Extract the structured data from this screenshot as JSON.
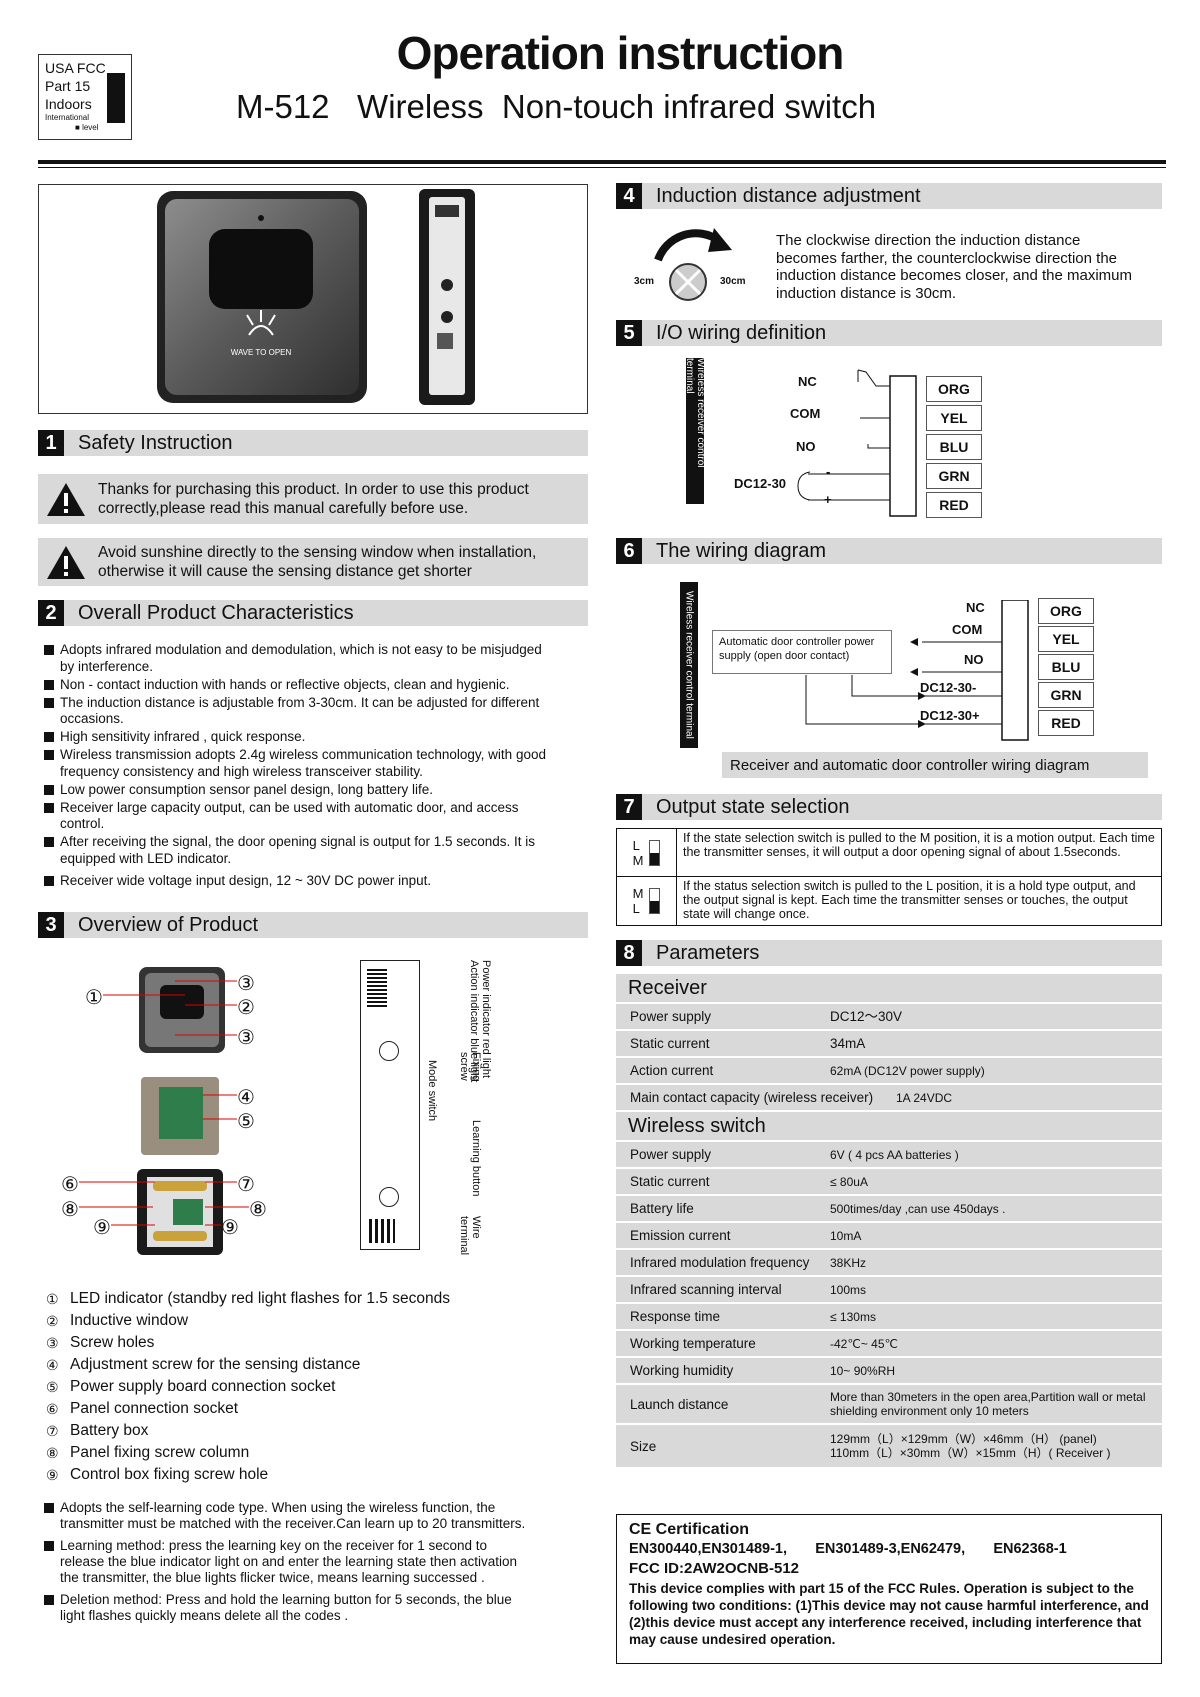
{
  "fcc_badge": {
    "line1": "USA FCC",
    "line2": "Part 15",
    "line3": "Indoors",
    "line4": "International",
    "line5": "level"
  },
  "header": {
    "title": "Operation instruction",
    "subtitle": "M-512   Wireless  Non-touch infrared switch"
  },
  "product_photo": {
    "panel_text": "WAVE TO OPEN"
  },
  "sec1": {
    "num": "1",
    "title": "Safety Instruction",
    "warn1": "Thanks for purchasing this product. In order to use this product correctly,please read this manual carefully before use.",
    "warn2": "Avoid sunshine directly to the sensing window when installation, otherwise it will cause the sensing distance get shorter"
  },
  "sec2": {
    "num": "2",
    "title": "Overall Product Characteristics",
    "items": [
      "Adopts infrared modulation and demodulation, which is not easy to be misjudged by interference.",
      "Non - contact induction with hands or reflective objects, clean and hygienic.",
      "The induction distance is adjustable from 3-30cm. It can be adjusted for different occasions.",
      "High sensitivity infrared , quick response.",
      "Wireless transmission adopts 2.4g wireless communication technology, with good frequency consistency and high wireless transceiver stability.",
      "Low power consumption sensor panel design, long battery life.",
      "Receiver large capacity output, can be used with automatic door, and access control.",
      "After receiving the signal, the door opening signal is output for 1.5 seconds. It is equipped with LED indicator.",
      "Receiver wide voltage input design, 12 ~ 30V DC power input."
    ]
  },
  "sec3": {
    "num": "3",
    "title": "Overview of Product",
    "callouts": [
      "①",
      "②",
      "③",
      "④",
      "⑤",
      "⑥",
      "⑦",
      "⑧",
      "⑨"
    ],
    "receiver_labels": [
      "Power indicator red light Action indicator blue light",
      "Mode switch",
      "Fixing screw",
      "Learning button",
      "Wire terminal"
    ],
    "parts": [
      {
        "n": "①",
        "t": "LED indicator (standby red light flashes for 1.5 seconds"
      },
      {
        "n": "②",
        "t": "Inductive window"
      },
      {
        "n": "③",
        "t": "Screw holes"
      },
      {
        "n": "④",
        "t": "Adjustment screw for the sensing distance"
      },
      {
        "n": "⑤",
        "t": "Power  supply board connection socket"
      },
      {
        "n": "⑥",
        "t": "Panel connection socket"
      },
      {
        "n": "⑦",
        "t": "Battery box"
      },
      {
        "n": "⑧",
        "t": "Panel fixing screw column"
      },
      {
        "n": "⑨",
        "t": "Control box fixing screw hole"
      }
    ],
    "notes": [
      "Adopts the self-learning code type. When using the wireless function, the transmitter must be matched with the receiver.Can learn up to 20 transmitters.",
      "Learning method: press the learning key on the receiver for 1 second to release the blue indicator light on and enter the learning state then activation the transmitter, the blue lights flicker twice, means learning successed .",
      "Deletion method: Press and hold the learning button for 5 seconds, the blue light flashes quickly means delete all the codes ."
    ]
  },
  "sec4": {
    "num": "4",
    "title": "Induction distance adjustment",
    "min": "3cm",
    "max": "30cm",
    "text": "The clockwise direction the induction distance becomes farther, the counterclockwise direction the induction distance becomes closer, and the maximum induction distance is 30cm."
  },
  "sec5": {
    "num": "5",
    "title": "I/O wiring definition",
    "vertical": "Wireless receiver control terminal",
    "labels": [
      "NC",
      "COM",
      "NO",
      "DC12-30"
    ],
    "minus": "-",
    "plus": "+",
    "colors": [
      "ORG",
      "YEL",
      "BLU",
      "GRN",
      "RED"
    ]
  },
  "sec6": {
    "num": "6",
    "title": "The wiring diagram",
    "vertical": "Wireless receiver control terminal",
    "controller": "Automatic door controller power supply (open door contact)",
    "labels": [
      "NC",
      "COM",
      "NO",
      "DC12-30-",
      "DC12-30+"
    ],
    "colors": [
      "ORG",
      "YEL",
      "BLU",
      "GRN",
      "RED"
    ],
    "caption": "Receiver and automatic door controller wiring diagram"
  },
  "sec7": {
    "num": "7",
    "title": "Output state selection",
    "row1": {
      "top": "L",
      "bottom": "M",
      "text": "If the state selection switch is pulled to the M position, it is a motion output. Each time the transmitter senses, it will output a door opening signal of about 1.5seconds."
    },
    "row2": {
      "top": "M",
      "bottom": "L",
      "text": "If the status selection switch is pulled to the L position, it is a hold type output, and the output signal is kept. Each time the transmitter senses or touches, the output state will change once."
    }
  },
  "sec8": {
    "num": "8",
    "title": "Parameters",
    "receiver_title": "Receiver",
    "receiver": [
      {
        "k": "Power supply",
        "v": "DC12～30V"
      },
      {
        "k": "Static current",
        "v": "34mA"
      },
      {
        "k": "Action current",
        "v": "62mA (DC12V  power supply)"
      },
      {
        "k": "Main contact capacity (wireless receiver)",
        "v": "1A   24VDC"
      }
    ],
    "switch_title": "Wireless switch",
    "switch": [
      {
        "k": "Power supply",
        "v": "6V ( 4 pcs AA batteries )"
      },
      {
        "k": "Static current",
        "v": "≤ 80uA"
      },
      {
        "k": "Battery life",
        "v": "500times/day ,can use 450days ."
      },
      {
        "k": "Emission current",
        "v": "10mA"
      },
      {
        "k": "Infrared modulation frequency",
        "v": "38KHz"
      },
      {
        "k": "Infrared scanning interval",
        "v": "100ms"
      },
      {
        "k": "Response time",
        "v": "≤ 130ms"
      },
      {
        "k": "Working temperature",
        "v": "-42℃~ 45℃"
      },
      {
        "k": "Working humidity",
        "v": "10~ 90%RH"
      },
      {
        "k": "Launch distance",
        "v": "More than 30meters in the open area,Partition wall or metal shielding environment only 10 meters"
      },
      {
        "k": "Size",
        "v": "129mm（L）×129mm（W）×46mm（H）      (panel)\n110mm（L）×30mm（W）×15mm（H）( Receiver )"
      }
    ]
  },
  "ce": {
    "title": "CE Certification",
    "standards": "EN300440,EN301489-1,       EN301489-3,EN62479,       EN62368-1",
    "fcc_id": "FCC ID:2AW2OCNB-512",
    "text": "This device complies with part 15 of the FCC Rules. Operation is subject to the following two conditions: (1)This device may not cause harmful interference, and (2)this device must accept any interference received, including interference that may cause undesired operation."
  }
}
